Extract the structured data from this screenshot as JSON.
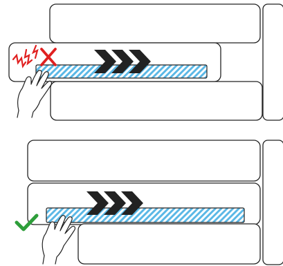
{
  "colors": {
    "outline": "#222222",
    "card_fill": "#ffffff",
    "stripe_a": "#5bb8e6",
    "stripe_b": "#ffffff",
    "arrow": "#222222",
    "error": "#e02020",
    "success": "#2e9e3a"
  },
  "panels": [
    {
      "id": "incorrect",
      "marker_icon": "red-x-icon",
      "effect_icon": "crack-lines-icon",
      "hand_icon": "hand-icon",
      "direction_icon": "triple-chevron-right-icon",
      "status": "incorrect"
    },
    {
      "id": "correct",
      "marker_icon": "green-checkmark-icon",
      "hand_icon": "hand-icon",
      "direction_icon": "triple-chevron-right-icon",
      "status": "correct"
    }
  ]
}
